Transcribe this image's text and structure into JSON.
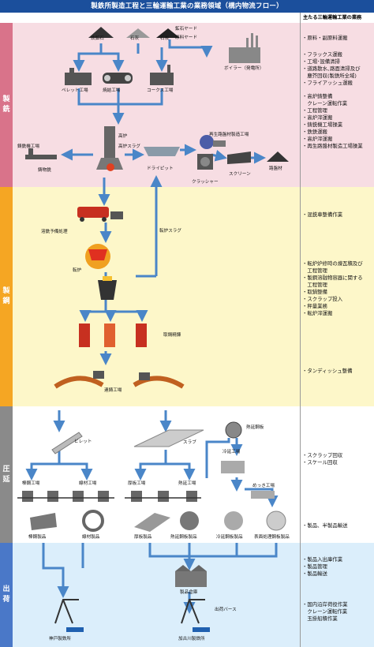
{
  "title": "製鉄所製造工程と三輪運輸工業の業務領域（構内物流フロー）",
  "right_header": "主たる三輪運輸工業の業務",
  "sections": [
    {
      "tab": "製銑",
      "color": "#d9738a",
      "bg": "#f7dde3"
    },
    {
      "tab": "製鋼",
      "color": "#f5a623",
      "bg": "#fdf7c9"
    },
    {
      "tab": "圧延",
      "color": "#8a8a8a",
      "bg": "#ffffff"
    },
    {
      "tab": "出荷",
      "color": "#4a78c8",
      "bg": "#dbeefb"
    }
  ],
  "duties": {
    "seisen": [
      "・原料・副原料運搬",
      "・フラックス運搬",
      "・工場･設備清掃",
      "・道路散水､路面清掃及び",
      "　塵芥回収(製鉄所全域)",
      "・フライアッシュ運搬",
      "・高炉鋳整備",
      "　クレーン運転作業",
      "・工程管理",
      "・高炉滓運搬",
      "・鋳銑機工場操業",
      "・鉄鉄運搬",
      "・高炉滓運搬",
      "・再生路盤材製造工場操業"
    ],
    "seiko1": [
      "・混銑車整備作業"
    ],
    "seiko2": [
      "・転炉炉修時の煉瓦積及び",
      "　工程管理",
      "・製鋼溶融物容器に関する",
      "　工程管理",
      "・取鍋整備",
      "・スクラップ投入",
      "・秤量業務",
      "・転炉滓運搬"
    ],
    "seiko3": [
      "・タンディッシュ整備"
    ],
    "atsuen1": [
      "・スクラップ回収",
      "・スケール回収"
    ],
    "atsuen2": [
      "・製品、半製品輸送"
    ],
    "shukka1": [
      "・製品入出庫作業",
      "・製品管理",
      "・製品輸送"
    ],
    "shukka2": [
      "・国内沿岸荷役作業",
      "　クレーン運転作業",
      "　玉掛船積作業"
    ]
  },
  "labels": {
    "iron_ore": "鉄鉱石",
    "limestone": "石灰",
    "coal": "石炭",
    "ore_yard": "鉱石ヤード",
    "raw_yard": "原料ヤード",
    "boiler": "ボイラー（発電所）",
    "pellet": "ペレット工場",
    "sinter": "焼結工場",
    "coke": "コークス工場",
    "blast_furnace": "高炉",
    "bf_slag": "高炉スラグ",
    "recycle_plant": "再生路盤材製造工場",
    "casting_plant": "鋳銑機工場",
    "pig_iron": "鋳物銑",
    "dry_pit": "ドライピット",
    "crusher": "クラッシャー",
    "screen": "スクリーン",
    "road_material": "路盤材",
    "hot_metal_pre": "溶銑予備処理",
    "converter_slag": "転炉スラグ",
    "converter": "転炉",
    "ladle_refining": "取鍋精錬",
    "continuous_casting": "連鋳工場",
    "billet": "ビレット",
    "slab": "スラブ",
    "hot_coil": "熱延鋼板",
    "cold_roll": "冷延工場",
    "plating": "めっき工場",
    "bar_mill": "棒鋼工場",
    "wire_mill": "線材工場",
    "plate_mill": "厚板工場",
    "hot_mill": "熱延工場",
    "bar_product": "棒鋼製品",
    "wire_product": "線材製品",
    "plate_product": "厚板製品",
    "hot_product": "熱延鋼板製品",
    "cold_product": "冷延鋼板製品",
    "coated_product": "表面処理鋼板製品",
    "warehouse": "製品倉庫",
    "shipping_berth": "出荷バース",
    "kobe": "神戸製鉄所",
    "kakogawa": "加古川製鉄所"
  }
}
